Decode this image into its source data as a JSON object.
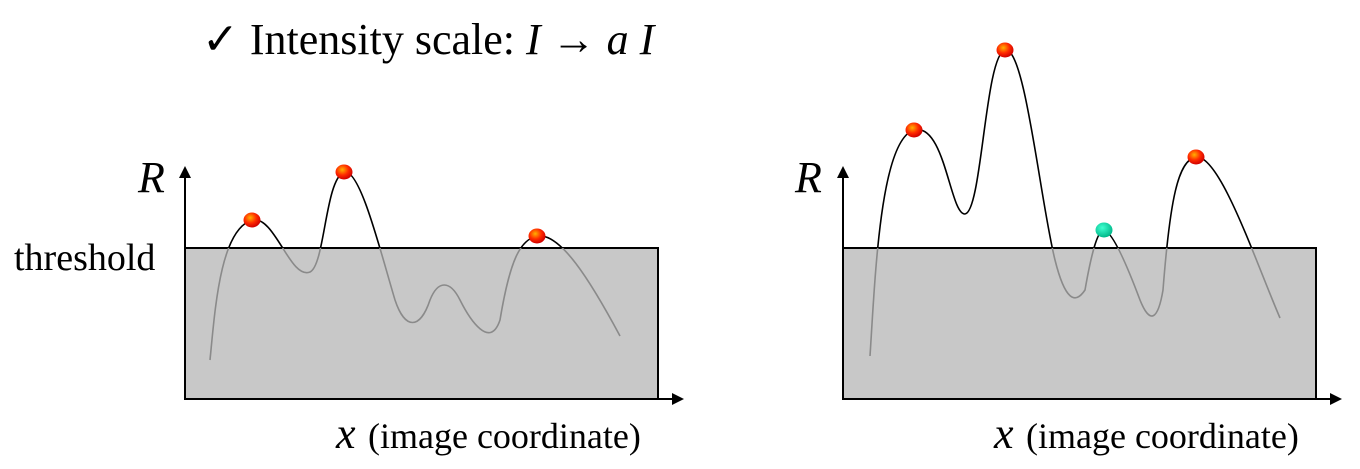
{
  "title": {
    "check": "✓",
    "text": "Intensity scale:",
    "math_lhs": "I",
    "arrow": "→",
    "math_rhs": "a I"
  },
  "left_panel": {
    "y_axis_var": "R",
    "threshold_label": "threshold",
    "x_axis_var": "x",
    "x_axis_desc": "(image coordinate)"
  },
  "right_panel": {
    "y_axis_var": "R",
    "x_axis_var": "x",
    "x_axis_desc": "(image coordinate)"
  },
  "colors": {
    "threshold_region": "#c8c8c8",
    "curve": "#000000",
    "curve_below_threshold": "#8a8a8a",
    "peak_above": "#ff2a00",
    "peak_new": "#10d0a0"
  }
}
